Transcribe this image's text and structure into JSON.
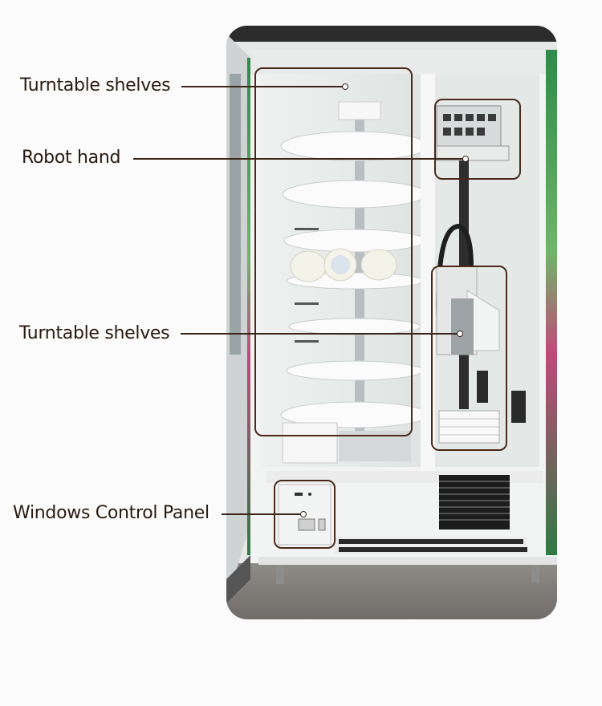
{
  "figure": {
    "subject": "Vending machine with turntable shelves and robotic arm (door open)",
    "annotation_color": "#3b2418",
    "label_color": "#2a1a12",
    "background": "#fbfbfb"
  },
  "callouts": [
    {
      "id": "turntable-top",
      "label": "Turntable shelves"
    },
    {
      "id": "robot-hand",
      "label": "Robot hand"
    },
    {
      "id": "turntable-lower",
      "label": "Turntable shelves"
    },
    {
      "id": "control-panel",
      "label": "Windows Control Panel"
    }
  ]
}
